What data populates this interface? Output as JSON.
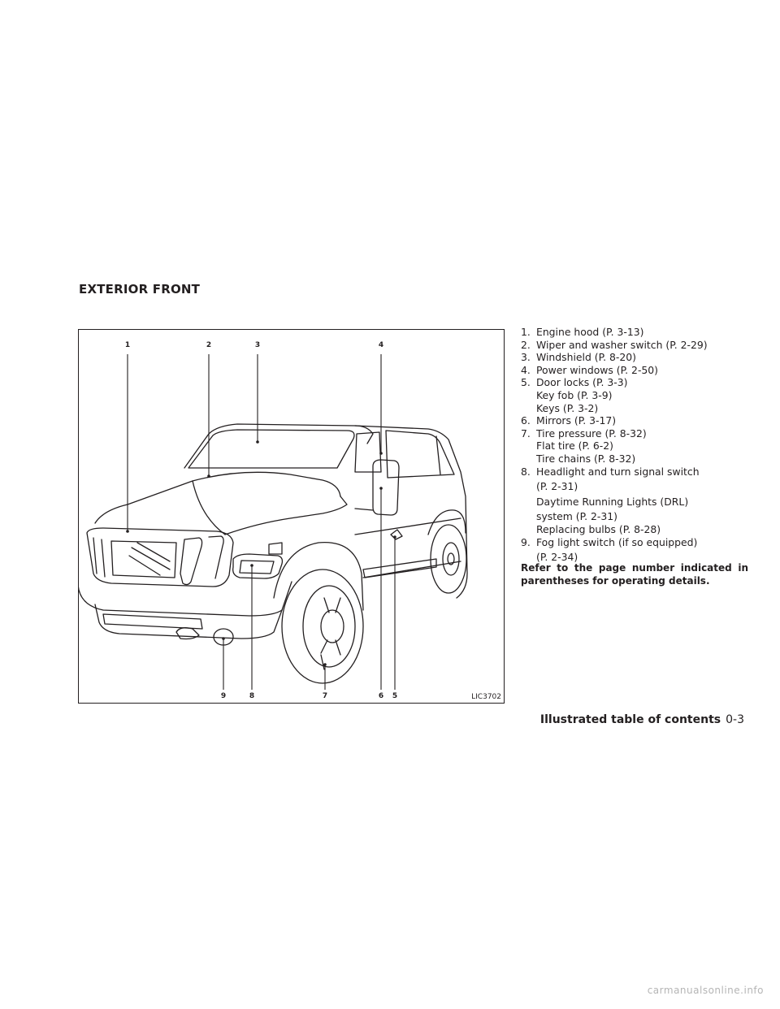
{
  "section_title": "EXTERIOR FRONT",
  "figure": {
    "code": "LIC3702",
    "callouts": [
      "1",
      "2",
      "3",
      "4",
      "5",
      "6",
      "7",
      "8",
      "9"
    ]
  },
  "legend": [
    {
      "num": "1.",
      "lines": [
        "Engine hood (P. 3-13)"
      ]
    },
    {
      "num": "2.",
      "lines": [
        "Wiper and washer switch (P. 2-29)"
      ]
    },
    {
      "num": "3.",
      "lines": [
        "Windshield (P. 8-20)"
      ]
    },
    {
      "num": "4.",
      "lines": [
        "Power windows (P. 2-50)"
      ]
    },
    {
      "num": "5.",
      "lines": [
        "Door locks (P. 3-3)",
        "Key fob (P. 3-9)",
        "Keys (P. 3-2)"
      ]
    },
    {
      "num": "6.",
      "lines": [
        "Mirrors (P. 3-17)"
      ]
    },
    {
      "num": "7.",
      "lines": [
        "Tire pressure (P. 8-32)",
        "Flat tire (P. 6-2)",
        "Tire chains (P. 8-32)"
      ]
    },
    {
      "num": "8.",
      "lines": [
        "Headlight and turn signal switch",
        "(P. 2-31)",
        "Daytime Running Lights (DRL)",
        "system (P. 2-31)",
        "Replacing bulbs (P. 8-28)"
      ]
    },
    {
      "num": "9.",
      "lines": [
        "Fog light switch (if so equipped)",
        "(P. 2-34)"
      ]
    }
  ],
  "note": "Refer to the page number indicated in parentheses for operating details.",
  "footer": {
    "section": "Illustrated table of contents",
    "page": "0-3"
  },
  "watermark": "carmanualsonline.info"
}
